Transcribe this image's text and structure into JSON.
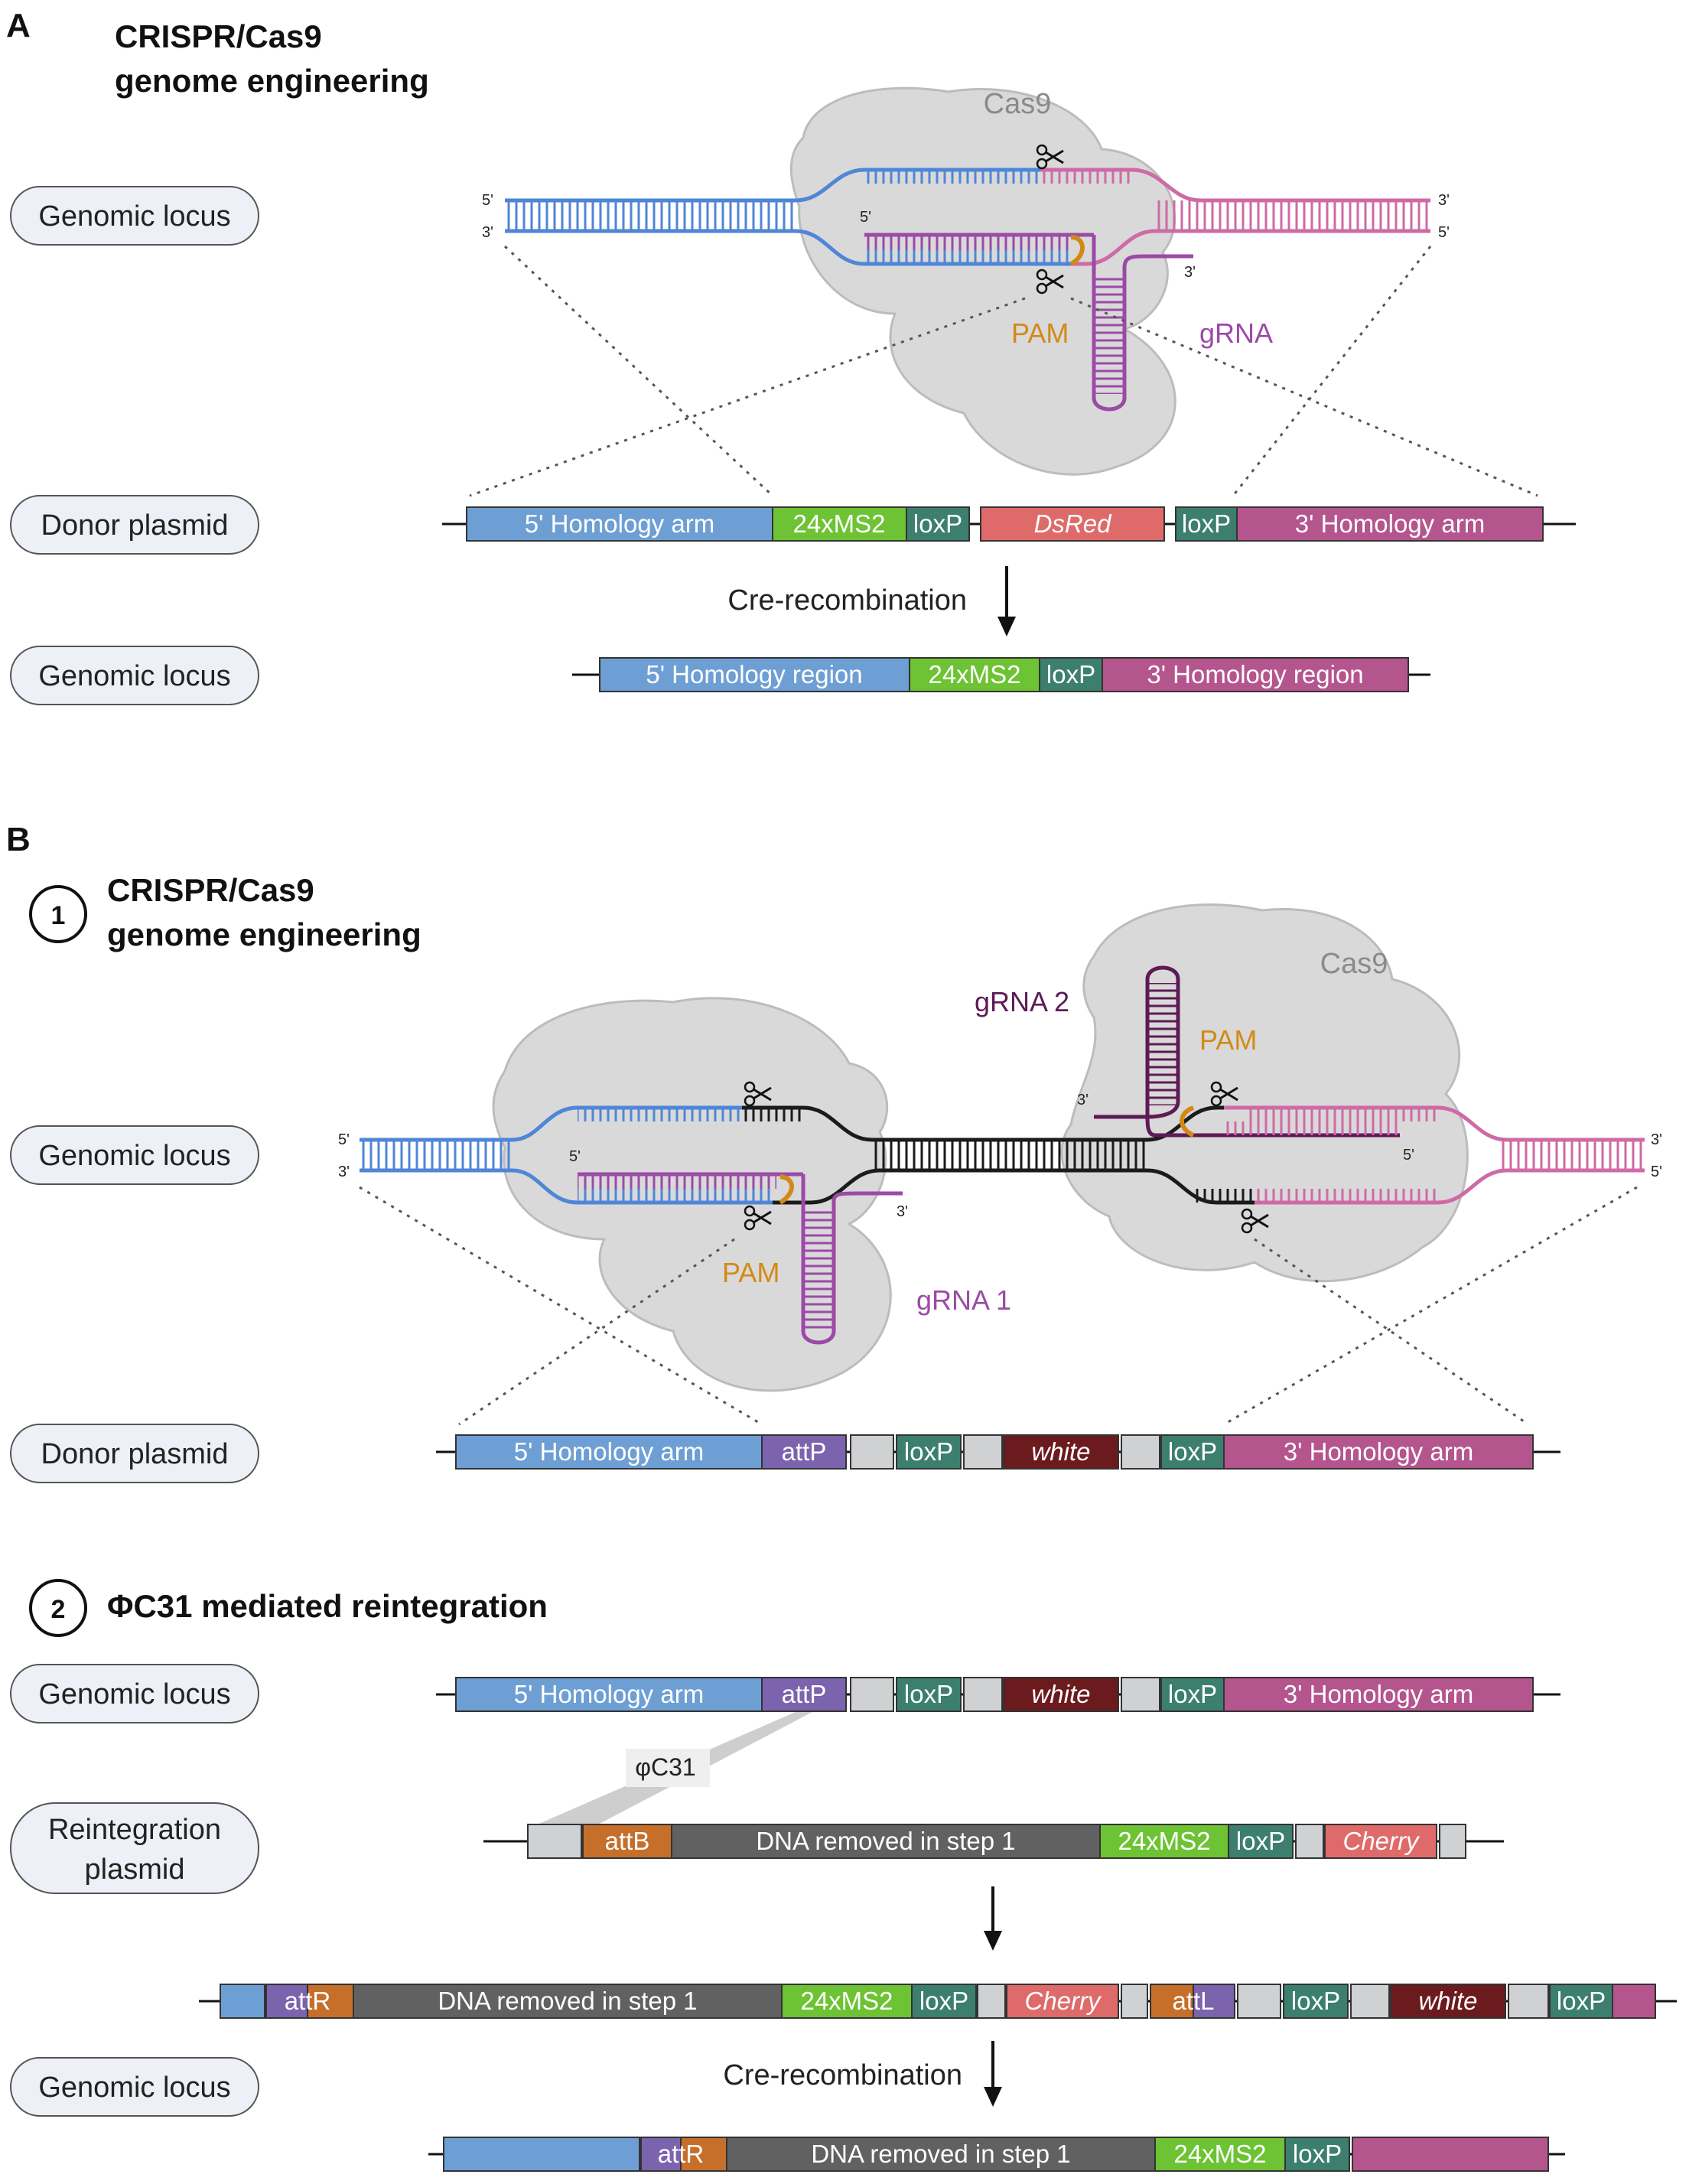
{
  "colors": {
    "homology_5": "#6e9fd4",
    "homology_3": "#b5558e",
    "ms2": "#6dc333",
    "loxp": "#3c7f6f",
    "dsred": "#de6b6a",
    "white_gene": "#6b1a1e",
    "attp": "#7b63ad",
    "attb": "#c56f2b",
    "spacer": "#cfd1d3",
    "removed": "#616161",
    "dna_blue": "#4f86d6",
    "dna_pink": "#cf6aa6",
    "dna_black": "#1b1b1b",
    "grna": "#9b4aa6",
    "grna2": "#5e1a55",
    "pam": "#d28a17",
    "cas9": "#d6d6d6"
  },
  "panel_a": {
    "letter": "A",
    "title_line1": "CRISPR/Cas9",
    "title_line2": "genome engineering",
    "cas9_label": "Cas9",
    "pam_label": "PAM",
    "grna_label": "gRNA",
    "end_5": "5'",
    "end_3": "3'",
    "row_genomic": "Genomic locus",
    "row_donor": "Donor plasmid",
    "row_genomic_2": "Genomic locus",
    "recombination": "Cre-recombination",
    "donor": {
      "h5": "5' Homology arm",
      "ms2": "24xMS2",
      "loxp1": "loxP",
      "dsred": "DsRed",
      "loxp2": "loxP",
      "h3": "3' Homology arm"
    },
    "result": {
      "h5": "5' Homology region",
      "ms2": "24xMS2",
      "loxp": "loxP",
      "h3": "3' Homology region"
    }
  },
  "panel_b": {
    "letter": "B",
    "step1_number": "1",
    "step1_title_line1": "CRISPR/Cas9",
    "step1_title_line2": "genome engineering",
    "cas9_label": "Cas9",
    "pam_label_left": "PAM",
    "pam_label_right": "PAM",
    "grna1_label": "gRNA 1",
    "grna2_label": "gRNA 2",
    "end_5": "5'",
    "end_3": "3'",
    "row_genomic": "Genomic locus",
    "row_donor": "Donor plasmid",
    "donor": {
      "h5": "5' Homology arm",
      "attp": "attP",
      "loxp1": "loxP",
      "white": "white",
      "loxp2": "loxP",
      "h3": "3' Homology arm"
    },
    "step2_number": "2",
    "step2_title": "ΦC31 mediated reintegration",
    "row_genomic_2": "Genomic locus",
    "row_reintegration_line1": "Reintegration",
    "row_reintegration_line2": "plasmid",
    "row_genomic_3": "Genomic locus",
    "phi_label": "φC31",
    "locus": {
      "h5": "5' Homology arm",
      "attp": "attP",
      "loxp1": "loxP",
      "white": "white",
      "loxp2": "loxP",
      "h3": "3' Homology arm"
    },
    "reint": {
      "attb": "attB",
      "removed": "DNA removed in step 1",
      "ms2": "24xMS2",
      "loxp": "loxP",
      "cherry": "Cherry"
    },
    "integrated": {
      "attr": "attR",
      "removed": "DNA removed in step 1",
      "ms2": "24xMS2",
      "loxp1": "loxP",
      "cherry": "Cherry",
      "attl": "attL",
      "loxp2": "loxP",
      "white": "white",
      "loxp3": "loxP"
    },
    "recombination": "Cre-recombination",
    "final": {
      "attr": "attR",
      "removed": "DNA removed in step 1",
      "ms2": "24xMS2",
      "loxp": "loxP"
    }
  }
}
